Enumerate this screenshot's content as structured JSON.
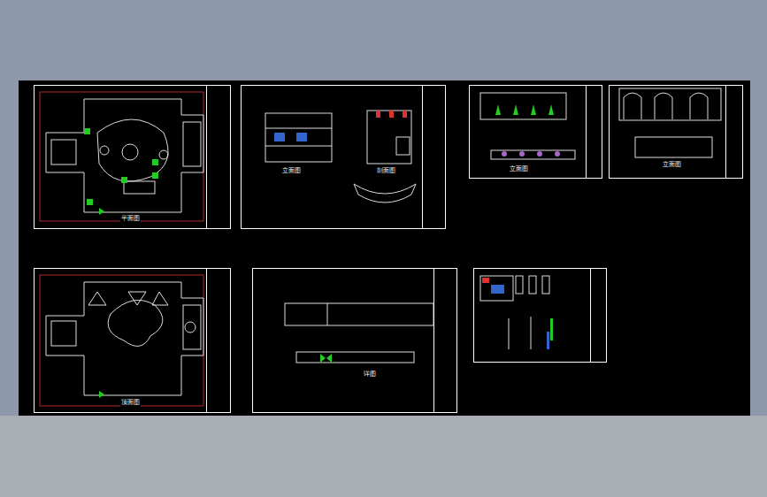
{
  "diagram": {
    "labels": [
      "平面图",
      "顶面图",
      "立面图",
      "剖面图",
      "立面图",
      "立面图",
      "详图"
    ]
  }
}
